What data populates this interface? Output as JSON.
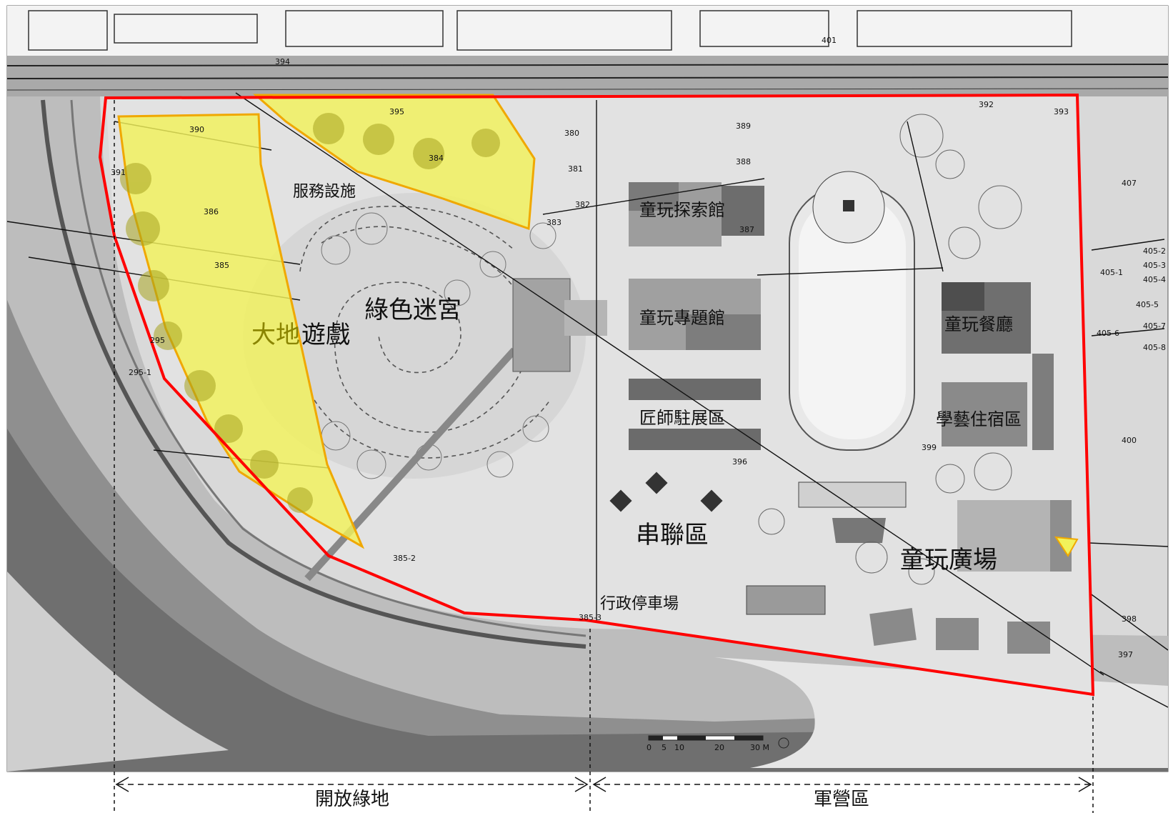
{
  "map": {
    "site_areas": {
      "open_green": "開放綠地",
      "barracks": "軍營區"
    },
    "labels": {
      "service_facility": "服務設施",
      "green_maze": "綠色迷宮",
      "earth_game_a": "大地",
      "earth_game_b": "遊戲",
      "explore_hall": "童玩探索館",
      "topic_hall": "童玩專題館",
      "restaurant": "童玩餐廳",
      "craftsman_area": "匠師駐展區",
      "lodging_area": "學藝住宿區",
      "link_area": "串聯區",
      "plaza": "童玩廣場",
      "admin_parking": "行政停車場"
    },
    "lot_numbers": [
      "380",
      "381",
      "382",
      "383",
      "384",
      "385",
      "386",
      "387",
      "388",
      "389",
      "390",
      "391",
      "392",
      "393",
      "394",
      "395",
      "396",
      "397",
      "398",
      "399",
      "400",
      "407",
      "401",
      "385-2",
      "385-3",
      "405-1",
      "405-2",
      "405-3",
      "405-4",
      "405-5",
      "405-6",
      "405-7",
      "405-8",
      "295-1",
      "295"
    ],
    "scale_bar": {
      "ticks": [
        "0",
        "5",
        "10",
        "20",
        "30 M"
      ]
    },
    "colors": {
      "boundary": "#ff0000",
      "highlight_fill": "#f2f25a",
      "highlight_stroke": "#f0a800",
      "river": "#8f8f8f"
    }
  }
}
